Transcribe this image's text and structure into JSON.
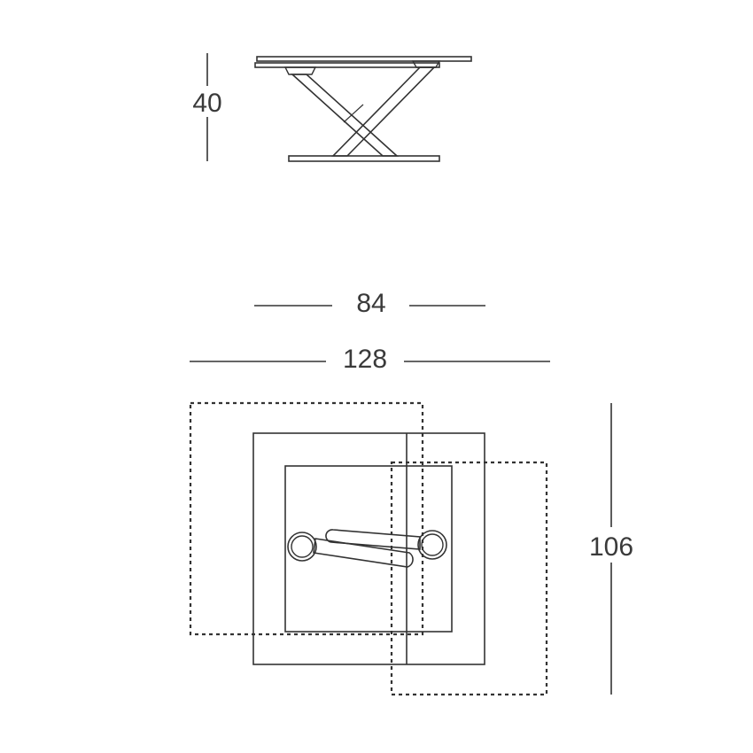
{
  "dimensions": {
    "height": "40",
    "closed_width": "84",
    "open_width": "128",
    "depth": "106"
  },
  "colors": {
    "line": "#333333",
    "text": "#3a3a3a",
    "background": "#ffffff"
  }
}
